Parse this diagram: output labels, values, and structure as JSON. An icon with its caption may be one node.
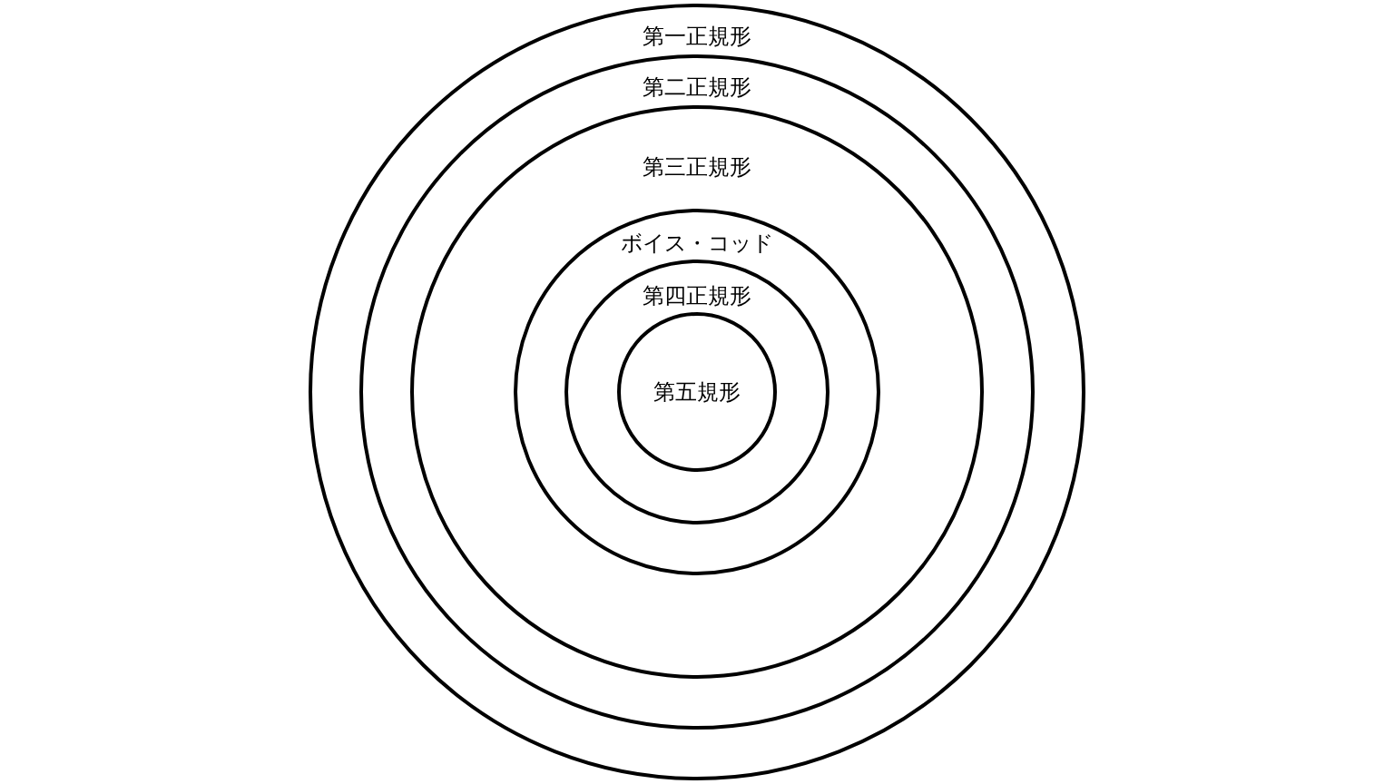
{
  "diagram": {
    "nodes": [
      {
        "text": [
          "第一正規形"
        ]
      },
      {
        "text": [
          "第二正規形"
        ],
        "in": 0
      },
      {
        "text": [
          "第三正規形"
        ],
        "in": 1
      },
      {
        "text": [
          "ボイス・コッド"
        ],
        "in": 2
      },
      {
        "text": [
          "第四正規形"
        ],
        "in": 3
      },
      {
        "text": [
          "第五規形"
        ],
        "in": 4
      }
    ]
  }
}
